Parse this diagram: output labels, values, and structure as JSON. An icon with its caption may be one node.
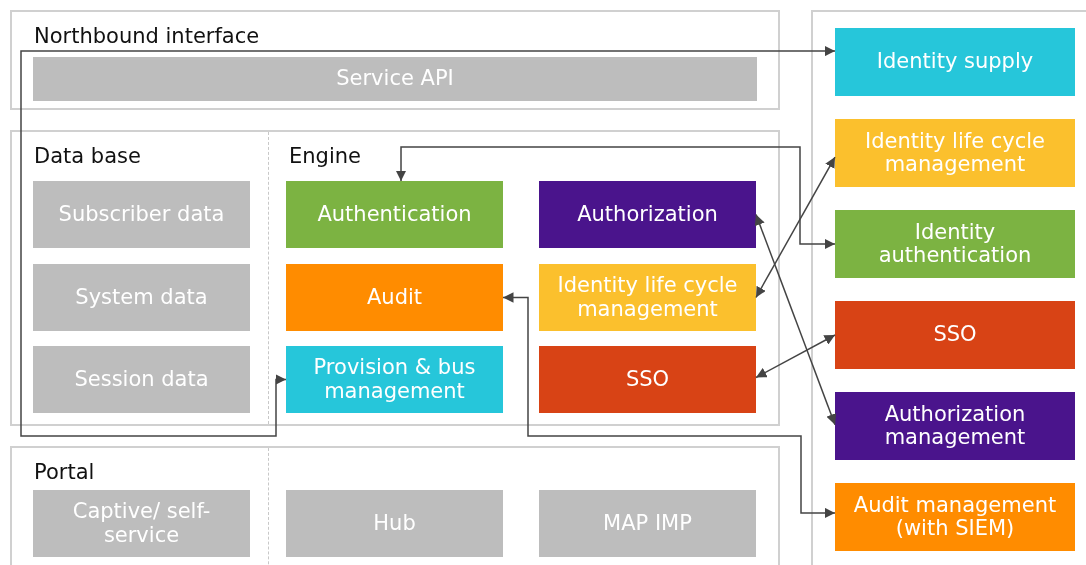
{
  "diagram": {
    "nodes": [
      {
        "text": [
          "Northbound interface"
        ]
      },
      {
        "text": [
          "Service API"
        ],
        "in": 0
      },
      {
        "text": [
          "Data base",
          "Engine"
        ]
      },
      {
        "text": [
          "Subscriber data"
        ],
        "in": 2
      },
      {
        "text": [
          "System data"
        ],
        "in": 2
      },
      {
        "text": [
          "Session data"
        ],
        "in": 2
      },
      {
        "text": [
          "Authentication"
        ],
        "in": 2
      },
      {
        "text": [
          "Audit"
        ],
        "in": 2
      },
      {
        "text": [
          "Provision & bus management"
        ],
        "in": 2
      },
      {
        "text": [
          "Authorization"
        ],
        "in": 2
      },
      {
        "text": [
          "Identity life cycle management"
        ],
        "in": 2
      },
      {
        "text": [
          "SSO"
        ],
        "in": 2
      },
      {
        "text": [
          "Portal"
        ]
      },
      {
        "text": [
          "Captive/ self-service"
        ],
        "in": 12
      },
      {
        "text": [
          "Hub"
        ],
        "in": 12
      },
      {
        "text": [
          "MAP IMP"
        ],
        "in": 12
      },
      {
        "text": [],
        "shape": "box"
      },
      {
        "text": [
          "Identity supply"
        ],
        "in": 16
      },
      {
        "text": [
          "Identity life cycle management"
        ],
        "in": 16
      },
      {
        "text": [
          "Identity authentication"
        ],
        "in": 16
      },
      {
        "text": [
          "SSO"
        ],
        "in": 16
      },
      {
        "text": [
          "Authorization management"
        ],
        "in": 16
      },
      {
        "text": [
          "Audit management (with SIEM)"
        ],
        "in": 16
      }
    ],
    "edges": [
      {
        "from": 8,
        "to": 17,
        "arrow": "both"
      },
      {
        "from": 6,
        "to": 19,
        "arrow": "both"
      },
      {
        "from": 10,
        "to": 18,
        "arrow": "both"
      },
      {
        "from": 9,
        "to": 21,
        "arrow": "both"
      },
      {
        "from": 11,
        "to": 20,
        "arrow": "both"
      },
      {
        "from": 7,
        "to": 22,
        "arrow": "both"
      }
    ]
  }
}
